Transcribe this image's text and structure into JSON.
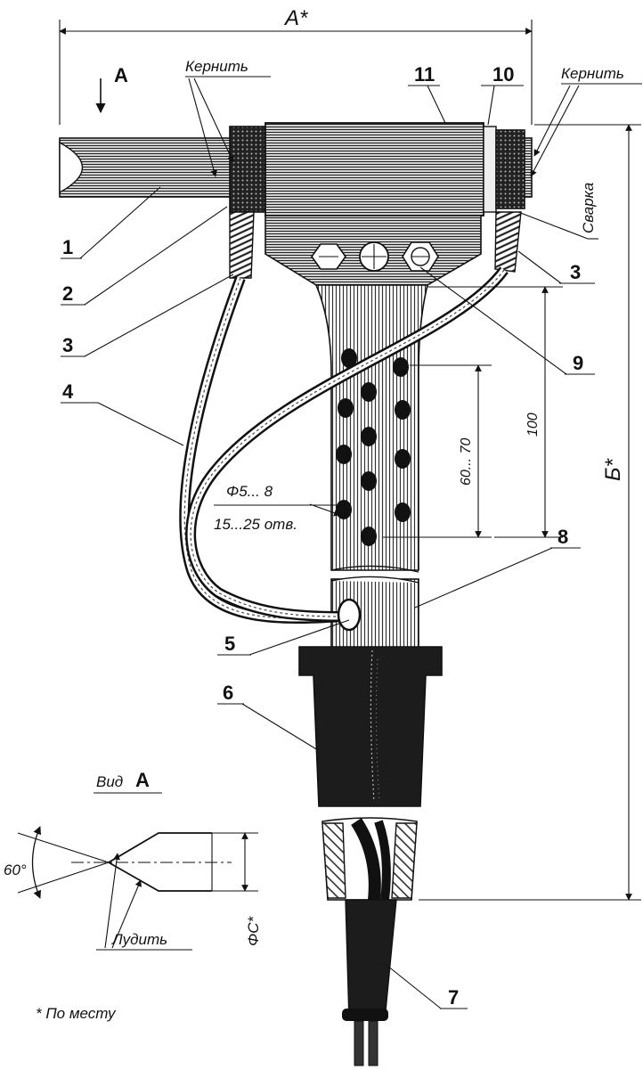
{
  "labels": {
    "view_a_marker": "A",
    "dim_a": "A*",
    "dim_b": "Б*",
    "keren_left": "Кернить",
    "keren_right": "Кернить",
    "svarka": "Сварка",
    "part_1": "1",
    "part_2": "2",
    "part_3_left": "3",
    "part_3_right": "3",
    "part_4": "4",
    "part_5": "5",
    "part_6": "6",
    "part_7": "7",
    "part_8": "8",
    "part_9": "9",
    "part_10": "10",
    "part_11": "11",
    "dim_holes_zone": "60... 70",
    "dim_100": "100",
    "holes_diameter": "Φ5... 8",
    "holes_count": "15...25 отв.",
    "view_a_title": "Вид",
    "view_a_title_letter": "A",
    "angle_60": "60°",
    "ludit": "Лудить",
    "dim_c": "ΦC*",
    "footnote": "* По месту"
  },
  "colors": {
    "ink": "#111111",
    "dark_fill": "#1c1c1c",
    "mid_fill": "#3a3a3a",
    "paper": "#ffffff"
  }
}
